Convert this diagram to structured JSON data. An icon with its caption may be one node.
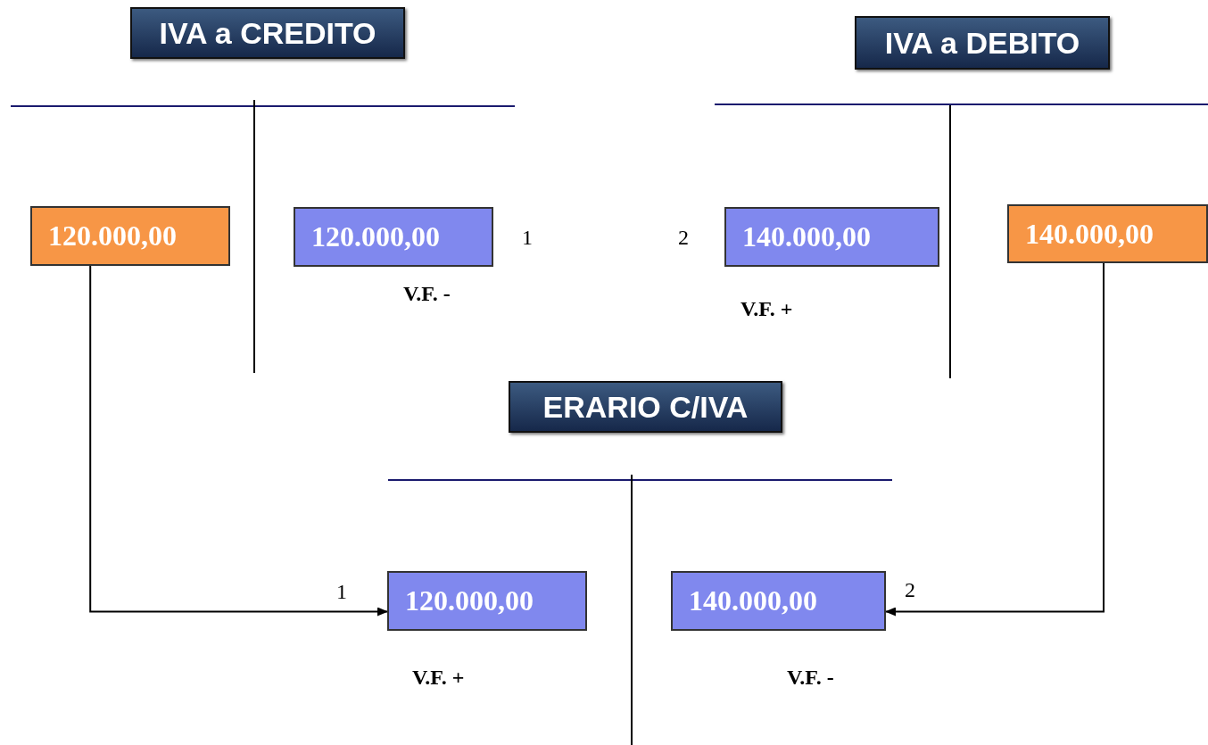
{
  "diagram": {
    "nodes": [
      {
        "text": [
          "IVA a CREDITO"
        ]
      },
      {
        "text": [
          "120.000,00"
        ]
      },
      {
        "text": [
          "120.000,00"
        ],
        "beside": [
          "1",
          "V.F. -"
        ]
      },
      {
        "text": [
          "IVA a DEBITO"
        ]
      },
      {
        "text": [
          "140.000,00"
        ],
        "beside": [
          "2",
          "V.F. +"
        ]
      },
      {
        "text": [
          "140.000,00"
        ]
      },
      {
        "text": [
          "ERARIO C/IVA"
        ]
      },
      {
        "text": [
          "120.000,00"
        ],
        "beside": [
          "1",
          "V.F. +"
        ]
      },
      {
        "text": [
          "140.000,00"
        ],
        "beside": [
          "2",
          "V.F. -"
        ]
      }
    ],
    "edges": [
      {
        "from": 1,
        "to": 7,
        "arrow": "to"
      },
      {
        "from": 5,
        "to": 8,
        "arrow": "to"
      }
    ]
  }
}
